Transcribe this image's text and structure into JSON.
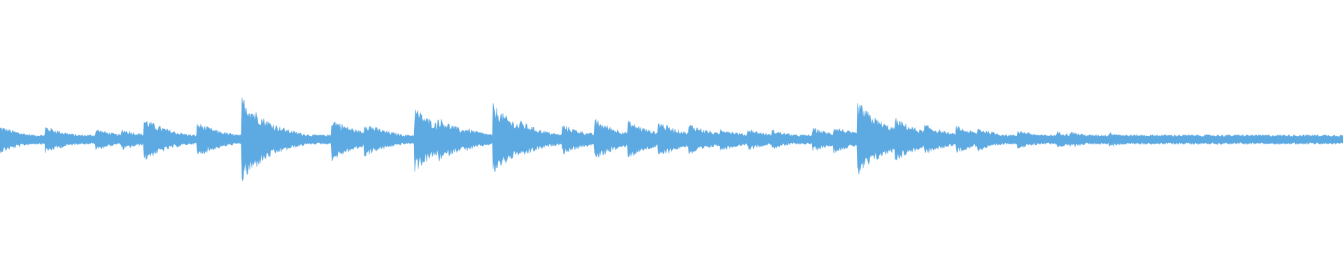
{
  "waveform": {
    "color": "#5da9e2",
    "background": "#ffffff",
    "amplitude_peak": 0.38,
    "onset_count": 42,
    "decay_profile": "percussive"
  }
}
